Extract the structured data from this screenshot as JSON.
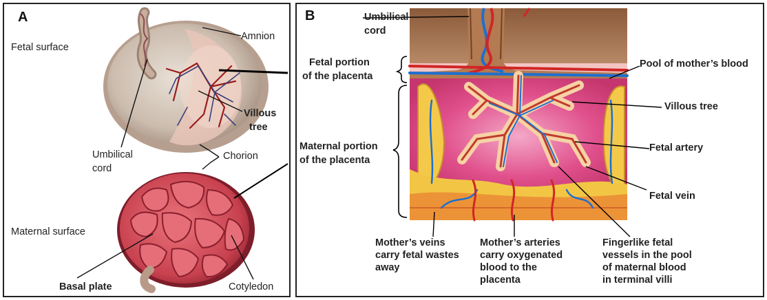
{
  "panel_a": {
    "letter": "A",
    "fetal_surface": "Fetal surface",
    "amnion": "Amnion",
    "villous_tree_1": "Villous",
    "villous_tree_2": "tree",
    "umbilical_cord_1": "Umbilical",
    "umbilical_cord_2": "cord",
    "chorion": "Chorion",
    "maternal_surface": "Maternal surface",
    "basal_plate": "Basal plate",
    "cotyledon": "Cotyledon"
  },
  "panel_b": {
    "letter": "B",
    "umbilical_cord_1": "Umbilical",
    "umbilical_cord_2": "cord",
    "fetal_portion_1": "Fetal portion",
    "fetal_portion_2": "of the placenta",
    "maternal_portion_1": "Maternal portion",
    "maternal_portion_2": "of the placenta",
    "pool_blood": "Pool of mother’s blood",
    "villous_tree": "Villous tree",
    "fetal_artery": "Fetal artery",
    "fetal_vein": "Fetal vein",
    "veins_1": "Mother’s veins",
    "veins_2": "carry fetal wastes",
    "veins_3": "away",
    "arteries_1": "Mother’s arteries",
    "arteries_2": "carry oxygenated",
    "arteries_3": "blood to the",
    "arteries_4": "placenta",
    "finger_1": "Fingerlike fetal",
    "finger_2": "vessels in the pool",
    "finger_3": "of maternal blood",
    "finger_4": "in terminal villi"
  }
}
